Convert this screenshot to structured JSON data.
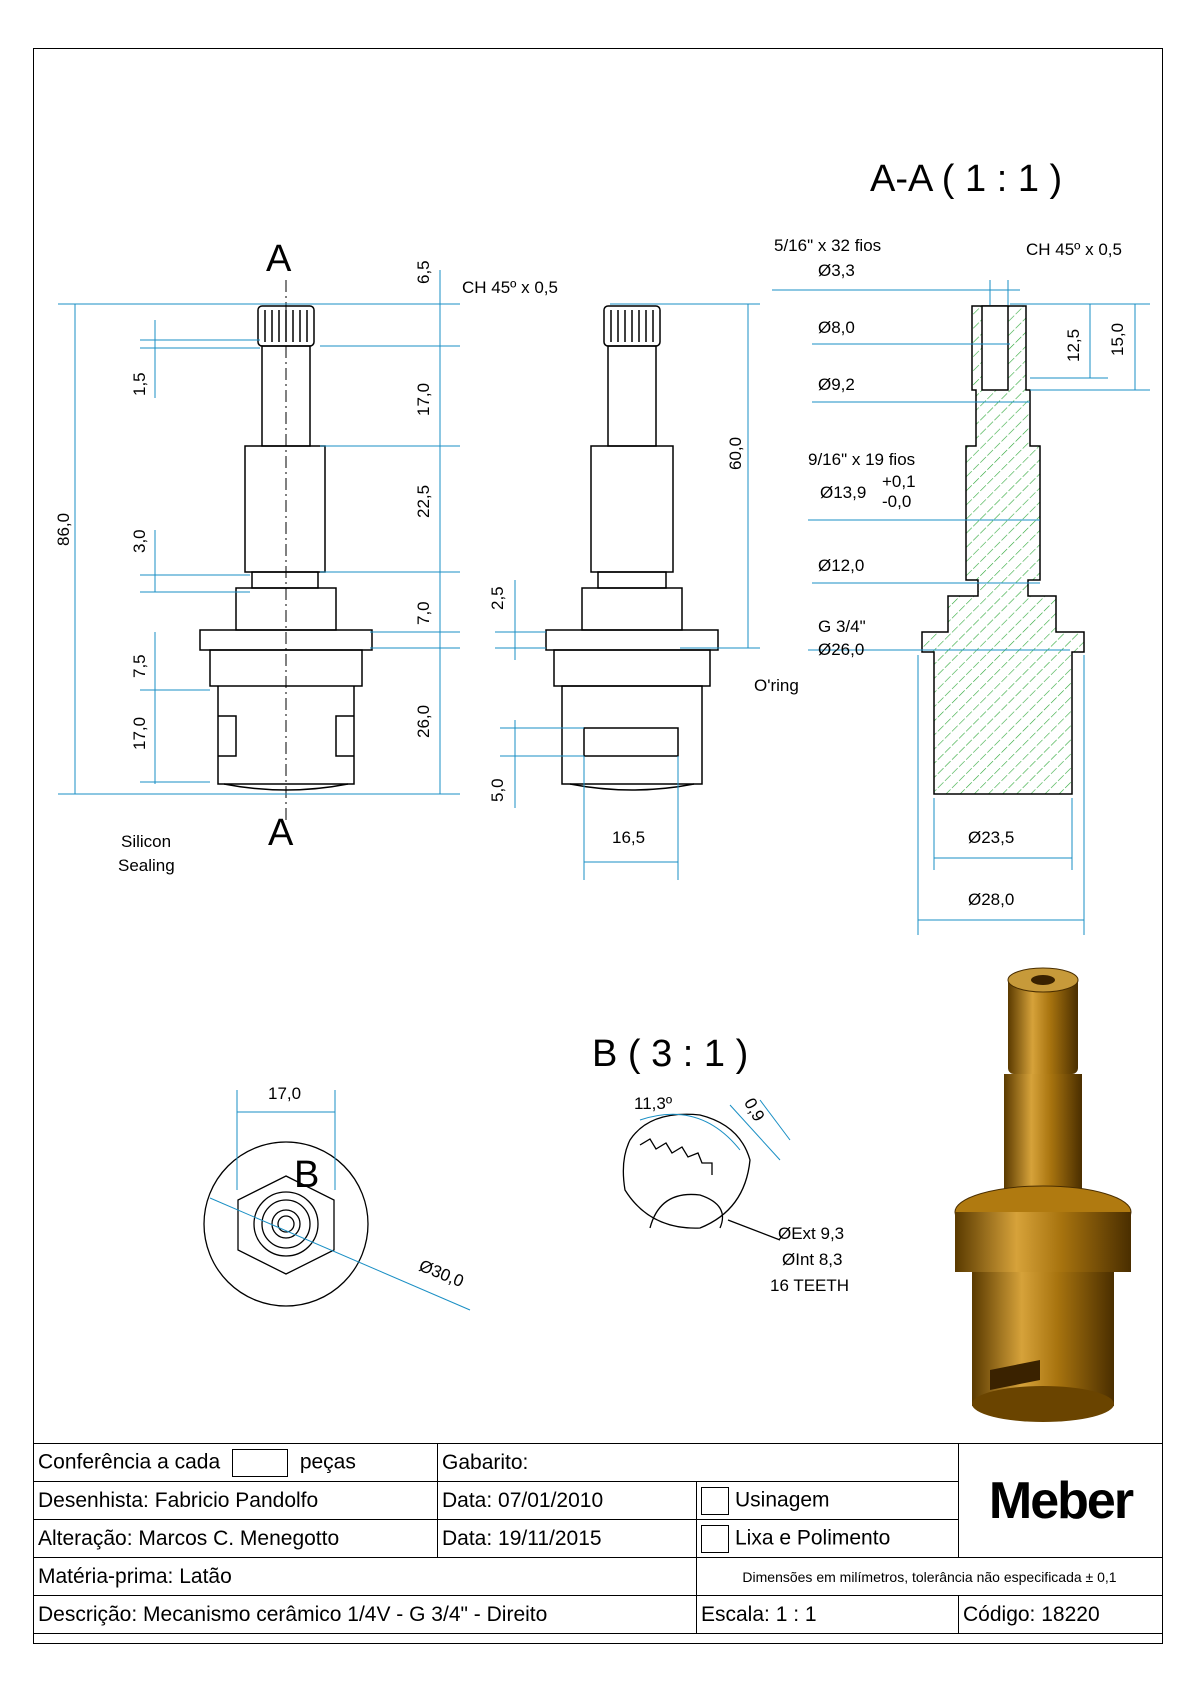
{
  "views": {
    "section_title": "A-A  ( 1 : 1 )",
    "detail_title": "B  ( 3 : 1 )",
    "section_letter_top": "A",
    "section_letter_bottom": "A",
    "detail_letter": "B"
  },
  "front_view": {
    "dims": [
      "6,5",
      "1,5",
      "17,0",
      "22,5",
      "3,0",
      "7,0",
      "7,5",
      "17,0",
      "26,0",
      "86,0"
    ],
    "label_silicon_1": "Silicon",
    "label_silicon_2": "Sealing"
  },
  "side_view": {
    "chamfer": "CH 45º x 0,5",
    "dims": [
      "60,0",
      "2,5",
      "5,0",
      "16,5"
    ],
    "oring": "O'ring"
  },
  "section_view": {
    "thread_top": "5/16\" x 32 fios",
    "d33": "Ø3,3",
    "chamfer": "CH 45º x 0,5",
    "d80": "Ø8,0",
    "d92": "Ø9,2",
    "h125": "12,5",
    "h150": "15,0",
    "thread_mid": "9/16\" x 19 fios",
    "d139": "Ø13,9",
    "tol_plus": "+0,1",
    "tol_minus": "-0,0",
    "d120": "Ø12,0",
    "g34": "G 3/4\"",
    "d260": "Ø26,0",
    "d235": "Ø23,5",
    "d280": "Ø28,0"
  },
  "top_view": {
    "width": "17,0",
    "diameter": "Ø30,0"
  },
  "detail_view": {
    "angle": "11,3º",
    "tooth": "0,9",
    "ext": "ØExt 9,3",
    "int": "ØInt 8,3",
    "teeth": "16 TEETH"
  },
  "title_block": {
    "conferencia": "Conferência a cada",
    "pecas": "peças",
    "gabarito": "Gabarito:",
    "desenhista_label": "Desenhista:",
    "desenhista": "Fabricio Pandolfo",
    "data1_label": "Data:",
    "data1": "07/01/2010",
    "usinagem": "Usinagem",
    "alteracao_label": "Alteração:",
    "alteracao": "Marcos C. Menegotto",
    "data2_label": "Data:",
    "data2": "19/11/2015",
    "lixa": "Lixa e Polimento",
    "materia_label": "Matéria-prima:",
    "materia": "Latão",
    "tolerancia": "Dimensões em milímetros, tolerância não especificada ± 0,1",
    "descricao_label": "Descrição:",
    "descricao": "Mecanismo cerâmico 1/4V - G 3/4\" - Direito",
    "escala_label": "Escala:",
    "escala": "1 : 1",
    "codigo_label": "Código:",
    "codigo": "18220",
    "logo": "Meber"
  },
  "colors": {
    "dim_line": "#1a8fc4",
    "hatch": "#2fa83a",
    "brass": "#b07a10"
  }
}
